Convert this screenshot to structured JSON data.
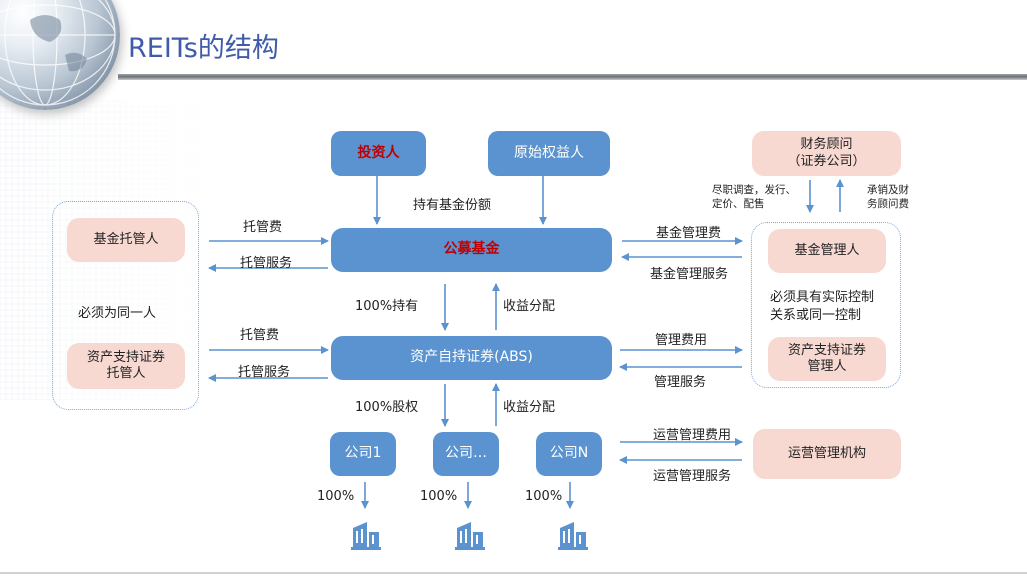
{
  "title": "REITs的结构",
  "nodes": {
    "investor": "投资人",
    "original_owner": "原始权益人",
    "public_fund": "公募基金",
    "abs": "资产自持证券(ABS)",
    "company_1": "公司1",
    "company_mid": "公司…",
    "company_n": "公司N",
    "fund_custodian": "基金托管人",
    "abs_custodian": "资产支持证券\n托管人",
    "same_person_note": "必须为同一人",
    "financial_advisor": "财务顾问\n（证券公司）",
    "fund_manager": "基金管理人",
    "control_note": "必须具有实际控制\n关系或同一控制",
    "abs_manager": "资产支持证券\n管理人",
    "ops_org": "运营管理机构"
  },
  "labels": {
    "hold_fund_shares": "持有基金份额",
    "custody_fee_1": "托管费",
    "custody_service_1": "托管服务",
    "custody_fee_2": "托管费",
    "custody_service_2": "托管服务",
    "fund_mgmt_fee": "基金管理费",
    "fund_mgmt_service": "基金管理服务",
    "hold_100": "100%持有",
    "income_dist_1": "收益分配",
    "mgmt_fee": "管理费用",
    "mgmt_service": "管理服务",
    "equity_100": "100%股权",
    "income_dist_2": "收益分配",
    "ops_mgmt_fee": "运营管理费用",
    "ops_mgmt_service": "运营管理服务",
    "due_diligence": "尽职调查，发行、\n定价、配售",
    "underwriting_fee": "承销及财\n务顾问费",
    "pct_1": "100%",
    "pct_2": "100%",
    "pct_3": "100%"
  },
  "colors": {
    "blue_box": "#5a93cf",
    "pink_box": "#f7d9d2",
    "arrow": "#5a93cf",
    "title": "#3f5ba9",
    "highlight": "#c00000"
  },
  "icons": [
    "building-icon",
    "building-icon",
    "building-icon"
  ]
}
